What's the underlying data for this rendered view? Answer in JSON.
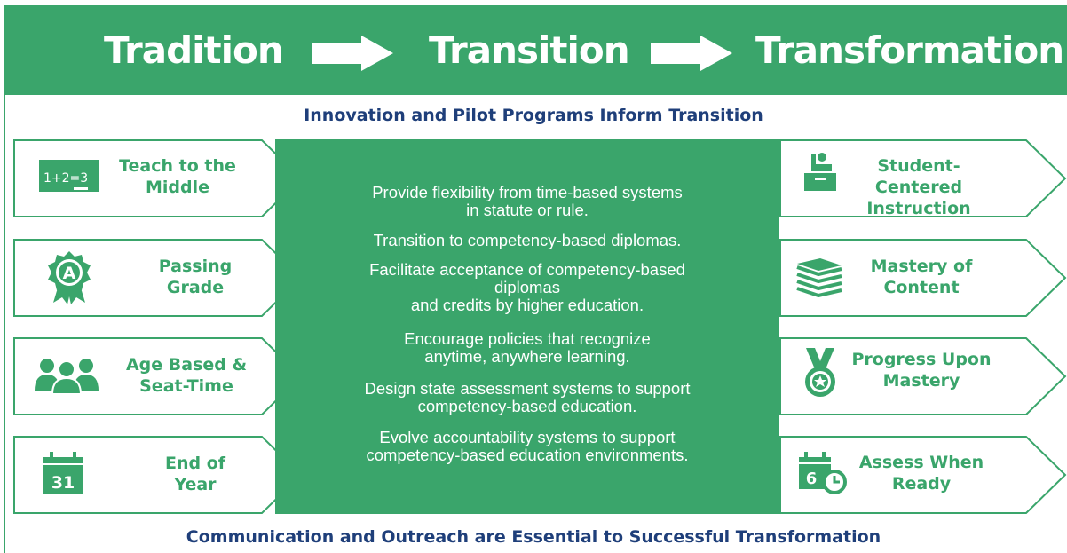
{
  "header": {
    "stages": [
      "Tradition",
      "Transition",
      "Transformation"
    ],
    "arrow_icon": "right-arrow-icon"
  },
  "top_banner": "Innovation and Pilot Programs Inform Transition",
  "bottom_banner": "Communication and Outreach are Essential to Successful Transformation",
  "tradition_items": [
    {
      "label": "Teach to the\nMiddle",
      "icon": "chalkboard-icon",
      "icon_text": "1+2=3"
    },
    {
      "label": "Passing\nGrade",
      "icon": "grade-award-icon",
      "icon_text": "A"
    },
    {
      "label": "Age Based &\nSeat-Time",
      "icon": "group-people-icon"
    },
    {
      "label": "End of\nYear",
      "icon": "calendar-icon",
      "icon_text": "31"
    }
  ],
  "transition_policies": [
    "Provide flexibility from time-based systems\nin statute or rule.",
    "Transition to competency-based diplomas.",
    "Facilitate acceptance of competency-based\ndiplomas\nand credits by higher education.",
    "Encourage policies that recognize\nanytime, anywhere learning.",
    "Design state assessment systems to support\ncompetency-based education.",
    "Evolve accountability systems to support\ncompetency-based education environments."
  ],
  "transformation_items": [
    {
      "label": "Student-Centered\nInstruction",
      "icon": "student-desk-icon"
    },
    {
      "label": "Mastery of\nContent",
      "icon": "book-stack-icon"
    },
    {
      "label": "Progress Upon\nMastery",
      "icon": "medal-icon"
    },
    {
      "label": "Assess When\nReady",
      "icon": "calendar-clock-icon",
      "icon_text": "6"
    }
  ],
  "colors": {
    "green": "#3aa56b",
    "navy": "#1f3f7a",
    "white": "#ffffff"
  }
}
